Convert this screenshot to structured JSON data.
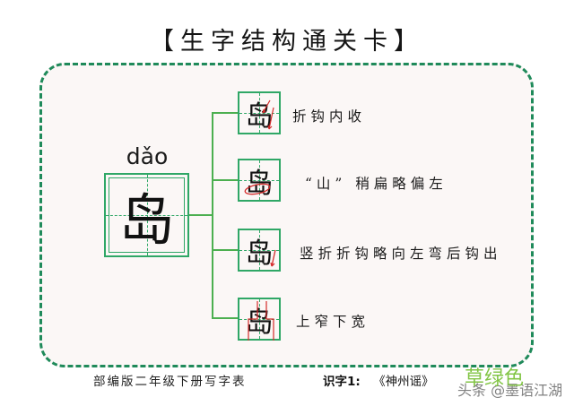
{
  "title": "【生字结构通关卡】",
  "main_char": {
    "character": "岛",
    "pinyin": "dǎo"
  },
  "tips": [
    {
      "character": "岛",
      "text": "折钩内收",
      "mark": "red-arrows-hook"
    },
    {
      "character": "岛",
      "text": "“山” 稍扁略偏左",
      "mark": "red-ellipse-shan"
    },
    {
      "character": "岛",
      "text": "竖折折钩略向左弯后钩出",
      "mark": "red-arrow-hook-left"
    },
    {
      "character": "岛",
      "text": "上窄下宽",
      "mark": "red-width-guides"
    }
  ],
  "footer": {
    "left": "部编版二年级下册写字表",
    "lesson_label": "识字1:",
    "lesson_title": "《神州谣》"
  },
  "watermark": {
    "color_text": "草绿色",
    "source": "头条 @墨语江湖"
  },
  "colors": {
    "frame_border": "#1f8a5a",
    "grid_green": "#2fa766",
    "connector": "#4caf50",
    "mark_red": "#d42a2a",
    "watermark_green": "#7cc23c"
  }
}
